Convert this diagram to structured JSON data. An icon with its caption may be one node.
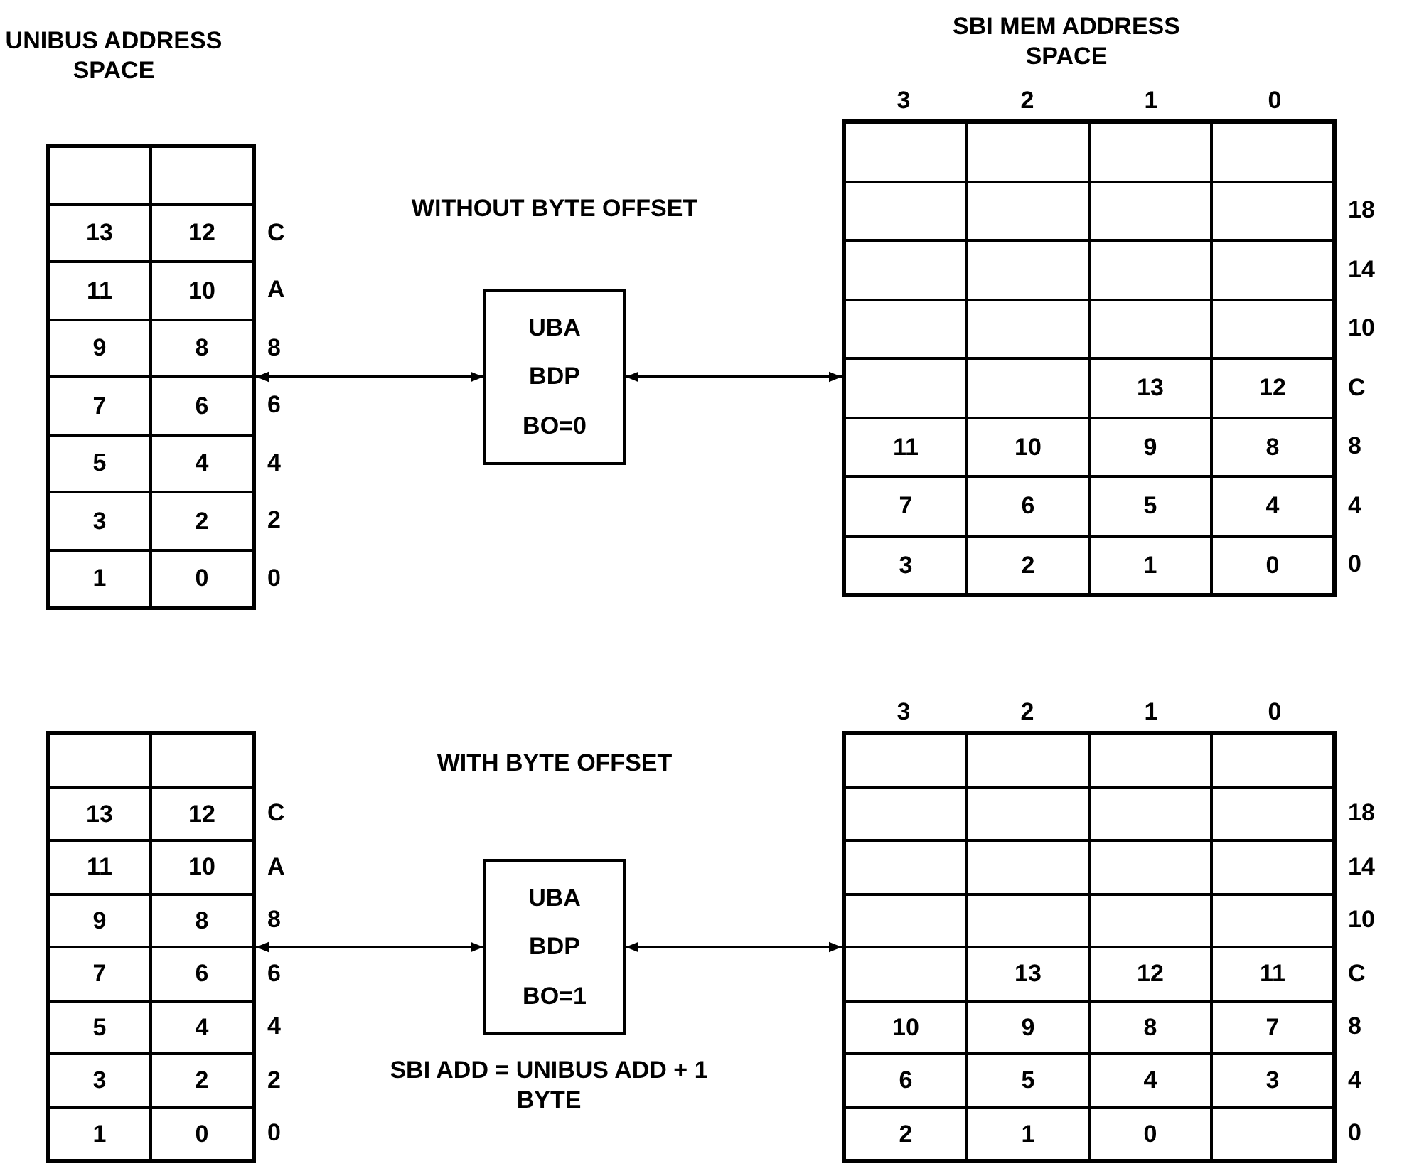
{
  "diagram": {
    "nodes": [
      {
        "text": [
          "UNIBUS ADDRESS SPACE"
        ],
        "beside": [
          "C",
          "A",
          "8",
          "6",
          "4",
          "2",
          "0"
        ]
      },
      {
        "text": [],
        "shape": "box",
        "in": 0
      },
      {
        "text": [],
        "shape": "box",
        "in": 0
      },
      {
        "text": [
          "13"
        ],
        "in": 0
      },
      {
        "text": [
          "12"
        ],
        "in": 0
      },
      {
        "text": [
          "11"
        ],
        "in": 0
      },
      {
        "text": [
          "10"
        ],
        "in": 0
      },
      {
        "text": [
          "9"
        ],
        "in": 0
      },
      {
        "text": [
          "8"
        ],
        "in": 0
      },
      {
        "text": [
          "7"
        ],
        "in": 0
      },
      {
        "text": [
          "6"
        ],
        "in": 0
      },
      {
        "text": [
          "5"
        ],
        "in": 0
      },
      {
        "text": [
          "4"
        ],
        "in": 0
      },
      {
        "text": [
          "3"
        ],
        "in": 0
      },
      {
        "text": [
          "2"
        ],
        "in": 0
      },
      {
        "text": [
          "1"
        ],
        "in": 0
      },
      {
        "text": [
          "0"
        ],
        "in": 0
      },
      {
        "text": [
          "UBA",
          "BDP",
          "BO=0"
        ]
      },
      {
        "text": [
          "SBI MEM ADDRESS SPACE"
        ],
        "beside": [
          "3",
          "2",
          "1",
          "0",
          "18",
          "14",
          "10",
          "C",
          "8",
          "4",
          "0"
        ]
      },
      {
        "text": [],
        "shape": "box",
        "in": 18
      },
      {
        "text": [],
        "shape": "box",
        "in": 18
      },
      {
        "text": [],
        "shape": "box",
        "in": 18
      },
      {
        "text": [],
        "shape": "box",
        "in": 18
      },
      {
        "text": [],
        "shape": "box",
        "in": 18
      },
      {
        "text": [],
        "shape": "box",
        "in": 18
      },
      {
        "text": [],
        "shape": "box",
        "in": 18
      },
      {
        "text": [],
        "shape": "box",
        "in": 18
      },
      {
        "text": [],
        "shape": "box",
        "in": 18
      },
      {
        "text": [],
        "shape": "box",
        "in": 18
      },
      {
        "text": [],
        "shape": "box",
        "in": 18
      },
      {
        "text": [],
        "shape": "box",
        "in": 18
      },
      {
        "text": [],
        "shape": "box",
        "in": 18
      },
      {
        "text": [],
        "shape": "box",
        "in": 18
      },
      {
        "text": [],
        "shape": "box",
        "in": 18
      },
      {
        "text": [],
        "shape": "box",
        "in": 18
      },
      {
        "text": [],
        "shape": "box",
        "in": 18
      },
      {
        "text": [],
        "shape": "box",
        "in": 18
      },
      {
        "text": [
          "13"
        ],
        "in": 18
      },
      {
        "text": [
          "12"
        ],
        "in": 18
      },
      {
        "text": [
          "11"
        ],
        "in": 18
      },
      {
        "text": [
          "10"
        ],
        "in": 18
      },
      {
        "text": [
          "9"
        ],
        "in": 18
      },
      {
        "text": [
          "8"
        ],
        "in": 18
      },
      {
        "text": [
          "7"
        ],
        "in": 18
      },
      {
        "text": [
          "6"
        ],
        "in": 18
      },
      {
        "text": [
          "5"
        ],
        "in": 18
      },
      {
        "text": [
          "4"
        ],
        "in": 18
      },
      {
        "text": [
          "3"
        ],
        "in": 18
      },
      {
        "text": [
          "2"
        ],
        "in": 18
      },
      {
        "text": [
          "1"
        ],
        "in": 18
      },
      {
        "text": [
          "0"
        ],
        "in": 18
      },
      {
        "text": [],
        "shape": "box",
        "beside": [
          "C",
          "A",
          "8",
          "6",
          "4",
          "2",
          "0"
        ]
      },
      {
        "text": [],
        "shape": "box",
        "in": 51
      },
      {
        "text": [],
        "shape": "box",
        "in": 51
      },
      {
        "text": [
          "13"
        ],
        "in": 51
      },
      {
        "text": [
          "12"
        ],
        "in": 51
      },
      {
        "text": [
          "11"
        ],
        "in": 51
      },
      {
        "text": [
          "10"
        ],
        "in": 51
      },
      {
        "text": [
          "9"
        ],
        "in": 51
      },
      {
        "text": [
          "8"
        ],
        "in": 51
      },
      {
        "text": [
          "7"
        ],
        "in": 51
      },
      {
        "text": [
          "6"
        ],
        "in": 51
      },
      {
        "text": [
          "5"
        ],
        "in": 51
      },
      {
        "text": [
          "4"
        ],
        "in": 51
      },
      {
        "text": [
          "3"
        ],
        "in": 51
      },
      {
        "text": [
          "2"
        ],
        "in": 51
      },
      {
        "text": [
          "1"
        ],
        "in": 51
      },
      {
        "text": [
          "0"
        ],
        "in": 51
      },
      {
        "text": [
          "UBA",
          "BDP",
          "BO=1"
        ]
      },
      {
        "text": [],
        "shape": "box",
        "beside": [
          "3",
          "2",
          "1",
          "0",
          "18",
          "14",
          "10",
          "C",
          "8",
          "4",
          "0"
        ]
      },
      {
        "text": [],
        "shape": "box",
        "in": 69
      },
      {
        "text": [],
        "shape": "box",
        "in": 69
      },
      {
        "text": [],
        "shape": "box",
        "in": 69
      },
      {
        "text": [],
        "shape": "box",
        "in": 69
      },
      {
        "text": [],
        "shape": "box",
        "in": 69
      },
      {
        "text": [],
        "shape": "box",
        "in": 69
      },
      {
        "text": [],
        "shape": "box",
        "in": 69
      },
      {
        "text": [],
        "shape": "box",
        "in": 69
      },
      {
        "text": [],
        "shape": "box",
        "in": 69
      },
      {
        "text": [],
        "shape": "box",
        "in": 69
      },
      {
        "text": [],
        "shape": "box",
        "in": 69
      },
      {
        "text": [],
        "shape": "box",
        "in": 69
      },
      {
        "text": [],
        "shape": "box",
        "in": 69
      },
      {
        "text": [],
        "shape": "box",
        "in": 69
      },
      {
        "text": [],
        "shape": "box",
        "in": 69
      },
      {
        "text": [],
        "shape": "box",
        "in": 69
      },
      {
        "text": [],
        "shape": "box",
        "in": 69
      },
      {
        "text": [
          "13"
        ],
        "in": 69
      },
      {
        "text": [
          "12"
        ],
        "in": 69
      },
      {
        "text": [
          "11"
        ],
        "in": 69
      },
      {
        "text": [
          "10"
        ],
        "in": 69
      },
      {
        "text": [
          "9"
        ],
        "in": 69
      },
      {
        "text": [
          "8"
        ],
        "in": 69
      },
      {
        "text": [
          "7"
        ],
        "in": 69
      },
      {
        "text": [
          "6"
        ],
        "in": 69
      },
      {
        "text": [
          "5"
        ],
        "in": 69
      },
      {
        "text": [
          "4"
        ],
        "in": 69
      },
      {
        "text": [
          "3"
        ],
        "in": 69
      },
      {
        "text": [
          "2"
        ],
        "in": 69
      },
      {
        "text": [
          "1"
        ],
        "in": 69
      },
      {
        "text": [
          "0"
        ],
        "in": 69
      },
      {
        "text": [],
        "shape": "box",
        "in": 69
      }
    ],
    "edges": [
      {
        "from": 0,
        "to": 17,
        "arrow": "both"
      },
      {
        "from": 17,
        "to": 18,
        "arrow": "both"
      },
      {
        "from": 51,
        "to": 68,
        "arrow": "both"
      },
      {
        "from": 68,
        "to": 69,
        "arrow": "both"
      }
    ],
    "labels": [
      "WITHOUT BYTE OFFSET",
      "WITH BYTE OFFSET",
      "SBI ADD = UNIBUS ADD + 1 BYTE"
    ]
  }
}
